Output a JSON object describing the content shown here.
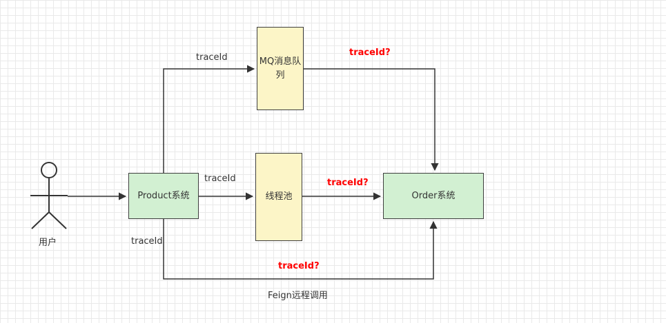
{
  "diagram": {
    "actor": {
      "label": "用户"
    },
    "nodes": {
      "product": {
        "label": "Product系统",
        "fill": "#d2f0d2",
        "border": "#3d3d3d"
      },
      "mq": {
        "label": "MQ消息队列",
        "fill": "#fcf5c7",
        "border": "#3d3d3d"
      },
      "threadpool": {
        "label": "线程池",
        "fill": "#fcf5c7",
        "border": "#3d3d3d"
      },
      "order": {
        "label": "Order系统",
        "fill": "#d2f0d2",
        "border": "#3d3d3d"
      }
    },
    "edge_labels": {
      "product_to_mq": "traceId",
      "mq_to_order": "traceId?",
      "product_to_pool": "traceId",
      "pool_to_order": "traceId?",
      "product_to_order_bottom": "traceId",
      "bottom_question": "traceId?",
      "bottom_caption": "Feign远程调用"
    },
    "colors": {
      "question_red": "#ff0000",
      "line": "#333333",
      "grid": "#e9e9e9"
    }
  }
}
